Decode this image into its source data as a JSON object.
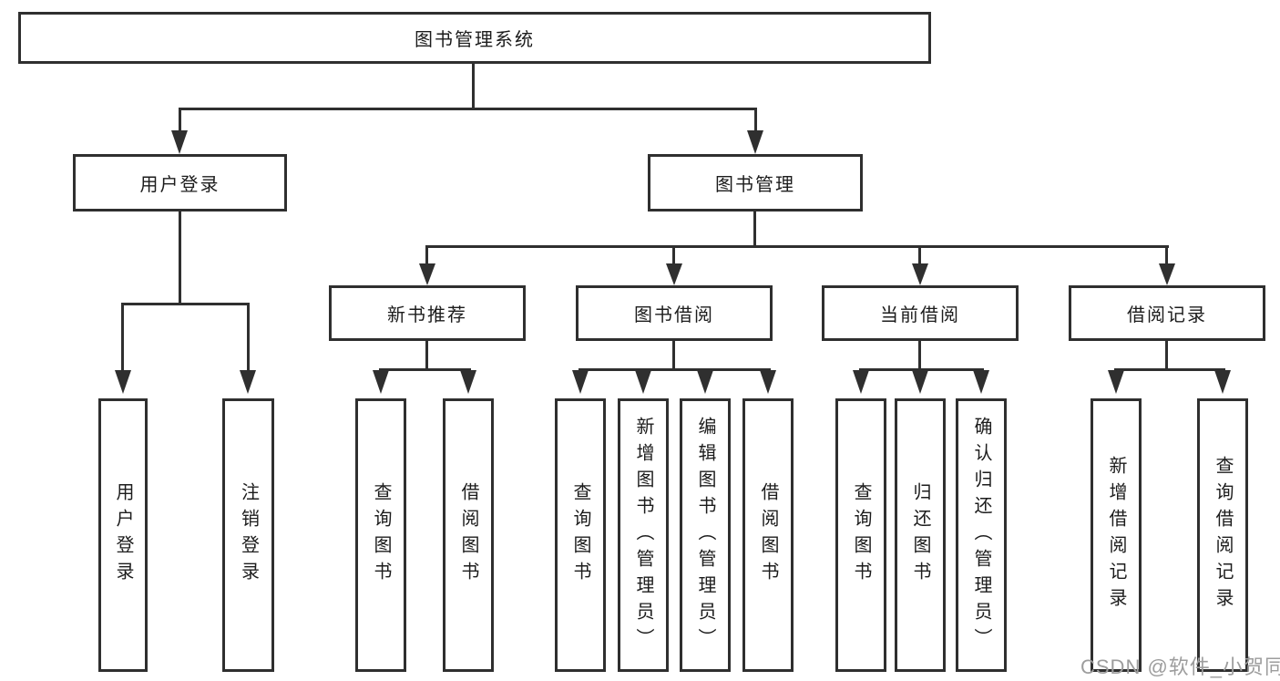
{
  "colors": {
    "border": "#2f2f2f",
    "line": "#2f2f2f",
    "text": "#1c1c1c",
    "bg": "#ffffff",
    "watermark": "#9d9d9d"
  },
  "watermark": {
    "text": "CSDN @软件_小贺同学"
  },
  "tree": {
    "label": "图书管理系统",
    "children": [
      {
        "label": "用户登录",
        "children": [
          {
            "label": "用户登录"
          },
          {
            "label": "注销登录"
          }
        ]
      },
      {
        "label": "图书管理",
        "children": [
          {
            "label": "新书推荐",
            "children": [
              {
                "label": "查询图书"
              },
              {
                "label": "借阅图书"
              }
            ]
          },
          {
            "label": "图书借阅",
            "children": [
              {
                "label": "查询图书"
              },
              {
                "label": "新增图书（管理员）"
              },
              {
                "label": "编辑图书（管理员）"
              },
              {
                "label": "借阅图书"
              }
            ]
          },
          {
            "label": "当前借阅",
            "children": [
              {
                "label": "查询图书"
              },
              {
                "label": "归还图书"
              },
              {
                "label": "确认归还（管理员）"
              }
            ]
          },
          {
            "label": "借阅记录",
            "children": [
              {
                "label": "新增借阅记录"
              },
              {
                "label": "查询借阅记录"
              }
            ]
          }
        ]
      }
    ]
  }
}
